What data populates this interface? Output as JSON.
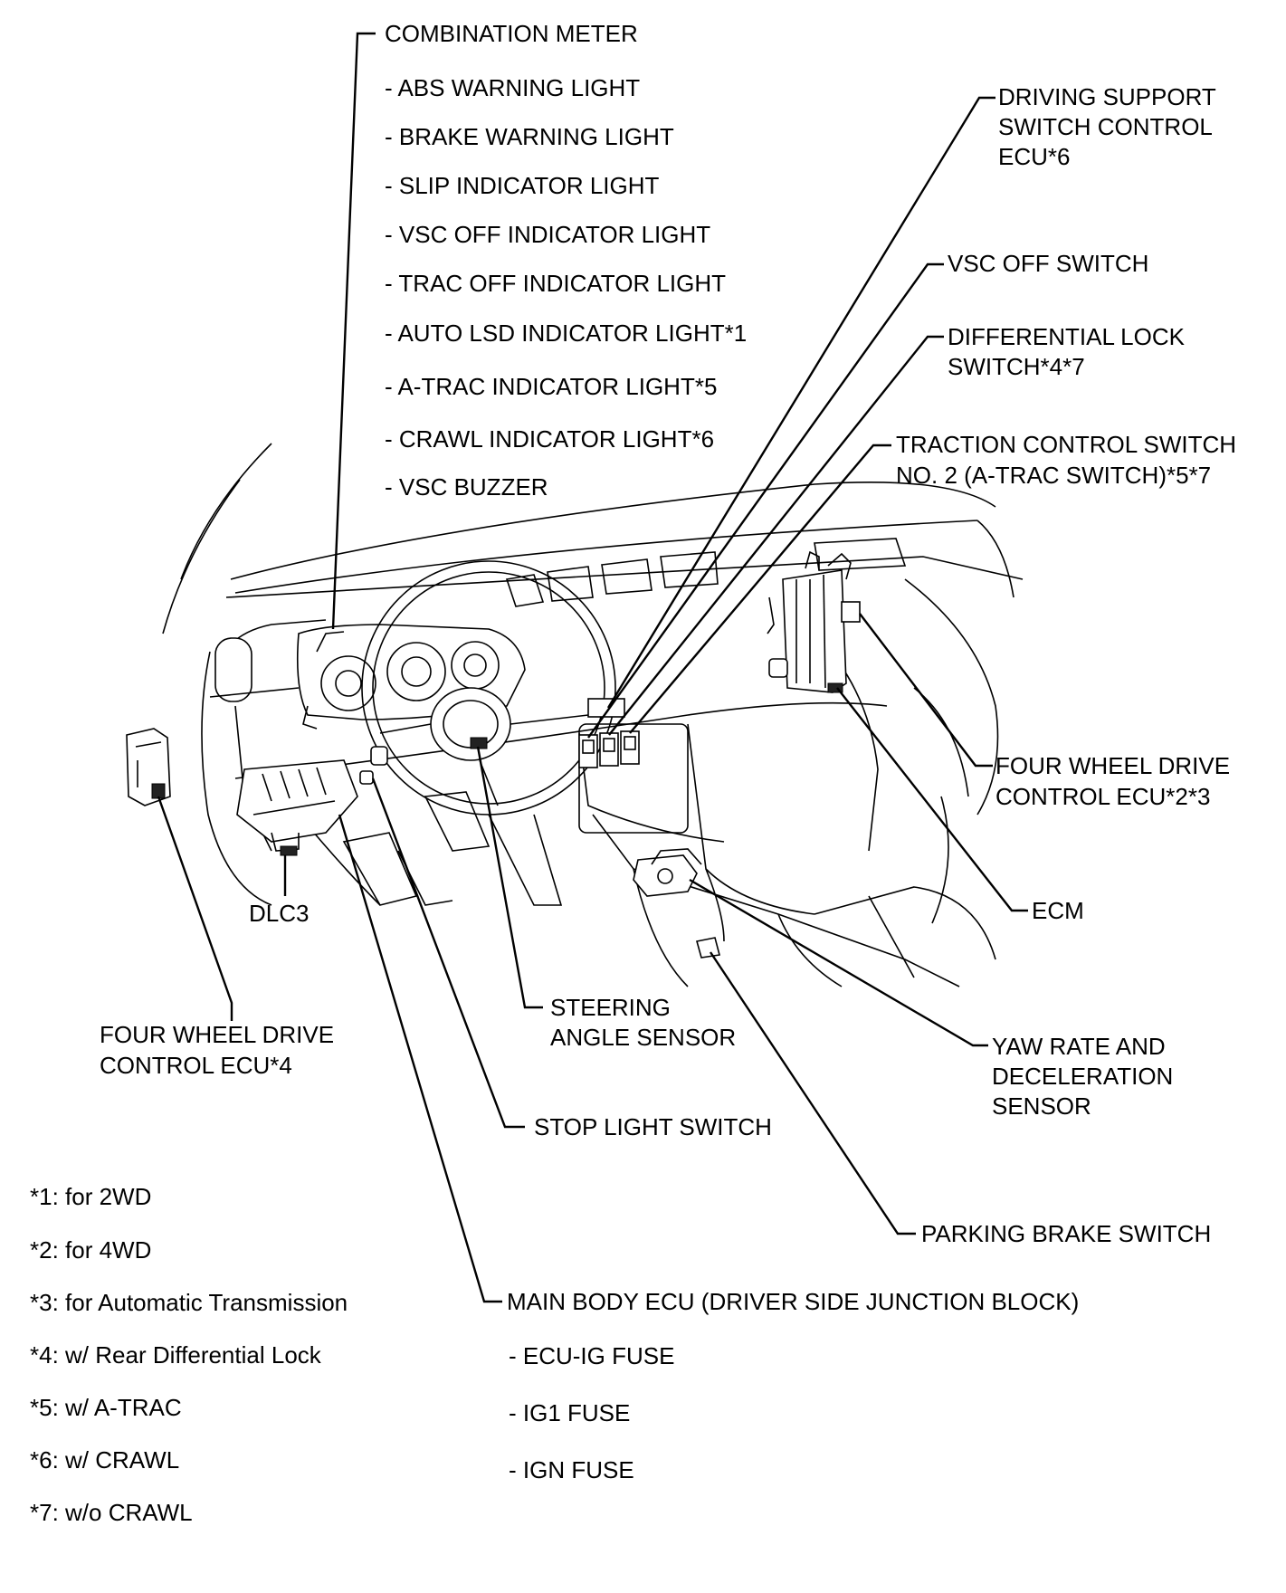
{
  "labels": {
    "combination_meter": "COMBINATION METER",
    "abs_warning": "- ABS WARNING LIGHT",
    "brake_warning": "- BRAKE WARNING LIGHT",
    "slip_indicator": "- SLIP INDICATOR LIGHT",
    "vsc_off_indicator": "- VSC OFF INDICATOR LIGHT",
    "trac_off_indicator": "- TRAC OFF INDICATOR LIGHT",
    "auto_lsd_indicator": "- AUTO LSD INDICATOR LIGHT*1",
    "a_trac_indicator": "- A-TRAC INDICATOR LIGHT*5",
    "crawl_indicator": "- CRAWL INDICATOR LIGHT*6",
    "vsc_buzzer": "- VSC BUZZER",
    "driving_support_1": "DRIVING SUPPORT",
    "driving_support_2": "SWITCH CONTROL",
    "driving_support_3": "ECU*6",
    "vsc_off_switch": "VSC OFF SWITCH",
    "diff_lock_1": "DIFFERENTIAL LOCK",
    "diff_lock_2": "SWITCH*4*7",
    "traction_1": "TRACTION CONTROL SWITCH",
    "traction_2": "NO. 2 (A-TRAC SWITCH)*5*7",
    "fwd_ecu23_1": "FOUR WHEEL DRIVE",
    "fwd_ecu23_2": "CONTROL ECU*2*3",
    "ecm": "ECM",
    "dlc3": "DLC3",
    "fwd_ecu4_1": "FOUR WHEEL DRIVE",
    "fwd_ecu4_2": "CONTROL ECU*4",
    "steering_1": "STEERING",
    "steering_2": "ANGLE SENSOR",
    "yaw_1": "YAW RATE AND",
    "yaw_2": "DECELERATION",
    "yaw_3": "SENSOR",
    "stop_light_switch": "STOP LIGHT SWITCH",
    "parking_brake_switch": "PARKING BRAKE SWITCH",
    "main_body_ecu": "MAIN BODY ECU (DRIVER SIDE JUNCTION BLOCK)",
    "ecu_ig_fuse": "- ECU-IG FUSE",
    "ig1_fuse": "- IG1 FUSE",
    "ign_fuse": "- IGN FUSE"
  },
  "notes": [
    "*1: for 2WD",
    "*2: for 4WD",
    "*3: for Automatic Transmission",
    "*4: w/ Rear Differential Lock",
    "*5: w/ A-TRAC",
    "*6: w/ CRAWL",
    "*7: w/o CRAWL"
  ]
}
